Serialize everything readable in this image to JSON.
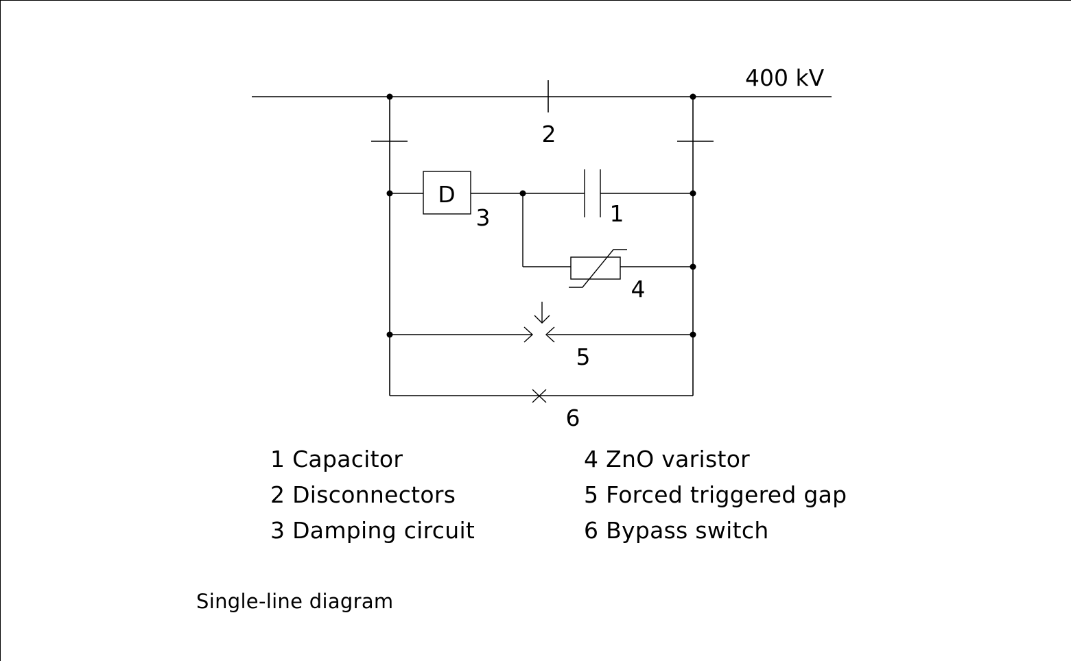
{
  "diagram": {
    "title": "Single-line diagram",
    "voltage_label": "400 kV",
    "damping_box_label": "D",
    "component_numbers": {
      "capacitor": "1",
      "disconnectors": "2",
      "damping_circuit": "3",
      "varistor": "4",
      "triggered_gap": "5",
      "bypass_switch": "6"
    }
  },
  "legend": {
    "column_1": [
      {
        "number": "1",
        "label": "Capacitor",
        "text": "1 Capacitor"
      },
      {
        "number": "2",
        "label": "Disconnectors",
        "text": "2 Disconnectors"
      },
      {
        "number": "3",
        "label": "Damping circuit",
        "text": "3 Damping circuit"
      }
    ],
    "column_2": [
      {
        "number": "4",
        "label": "ZnO varistor",
        "text": "4 ZnO varistor"
      },
      {
        "number": "5",
        "label": "Forced triggered gap",
        "text": "5 Forced triggered gap"
      },
      {
        "number": "6",
        "label": "Bypass switch",
        "text": "6 Bypass switch"
      }
    ]
  },
  "caption": "Single-line diagram"
}
